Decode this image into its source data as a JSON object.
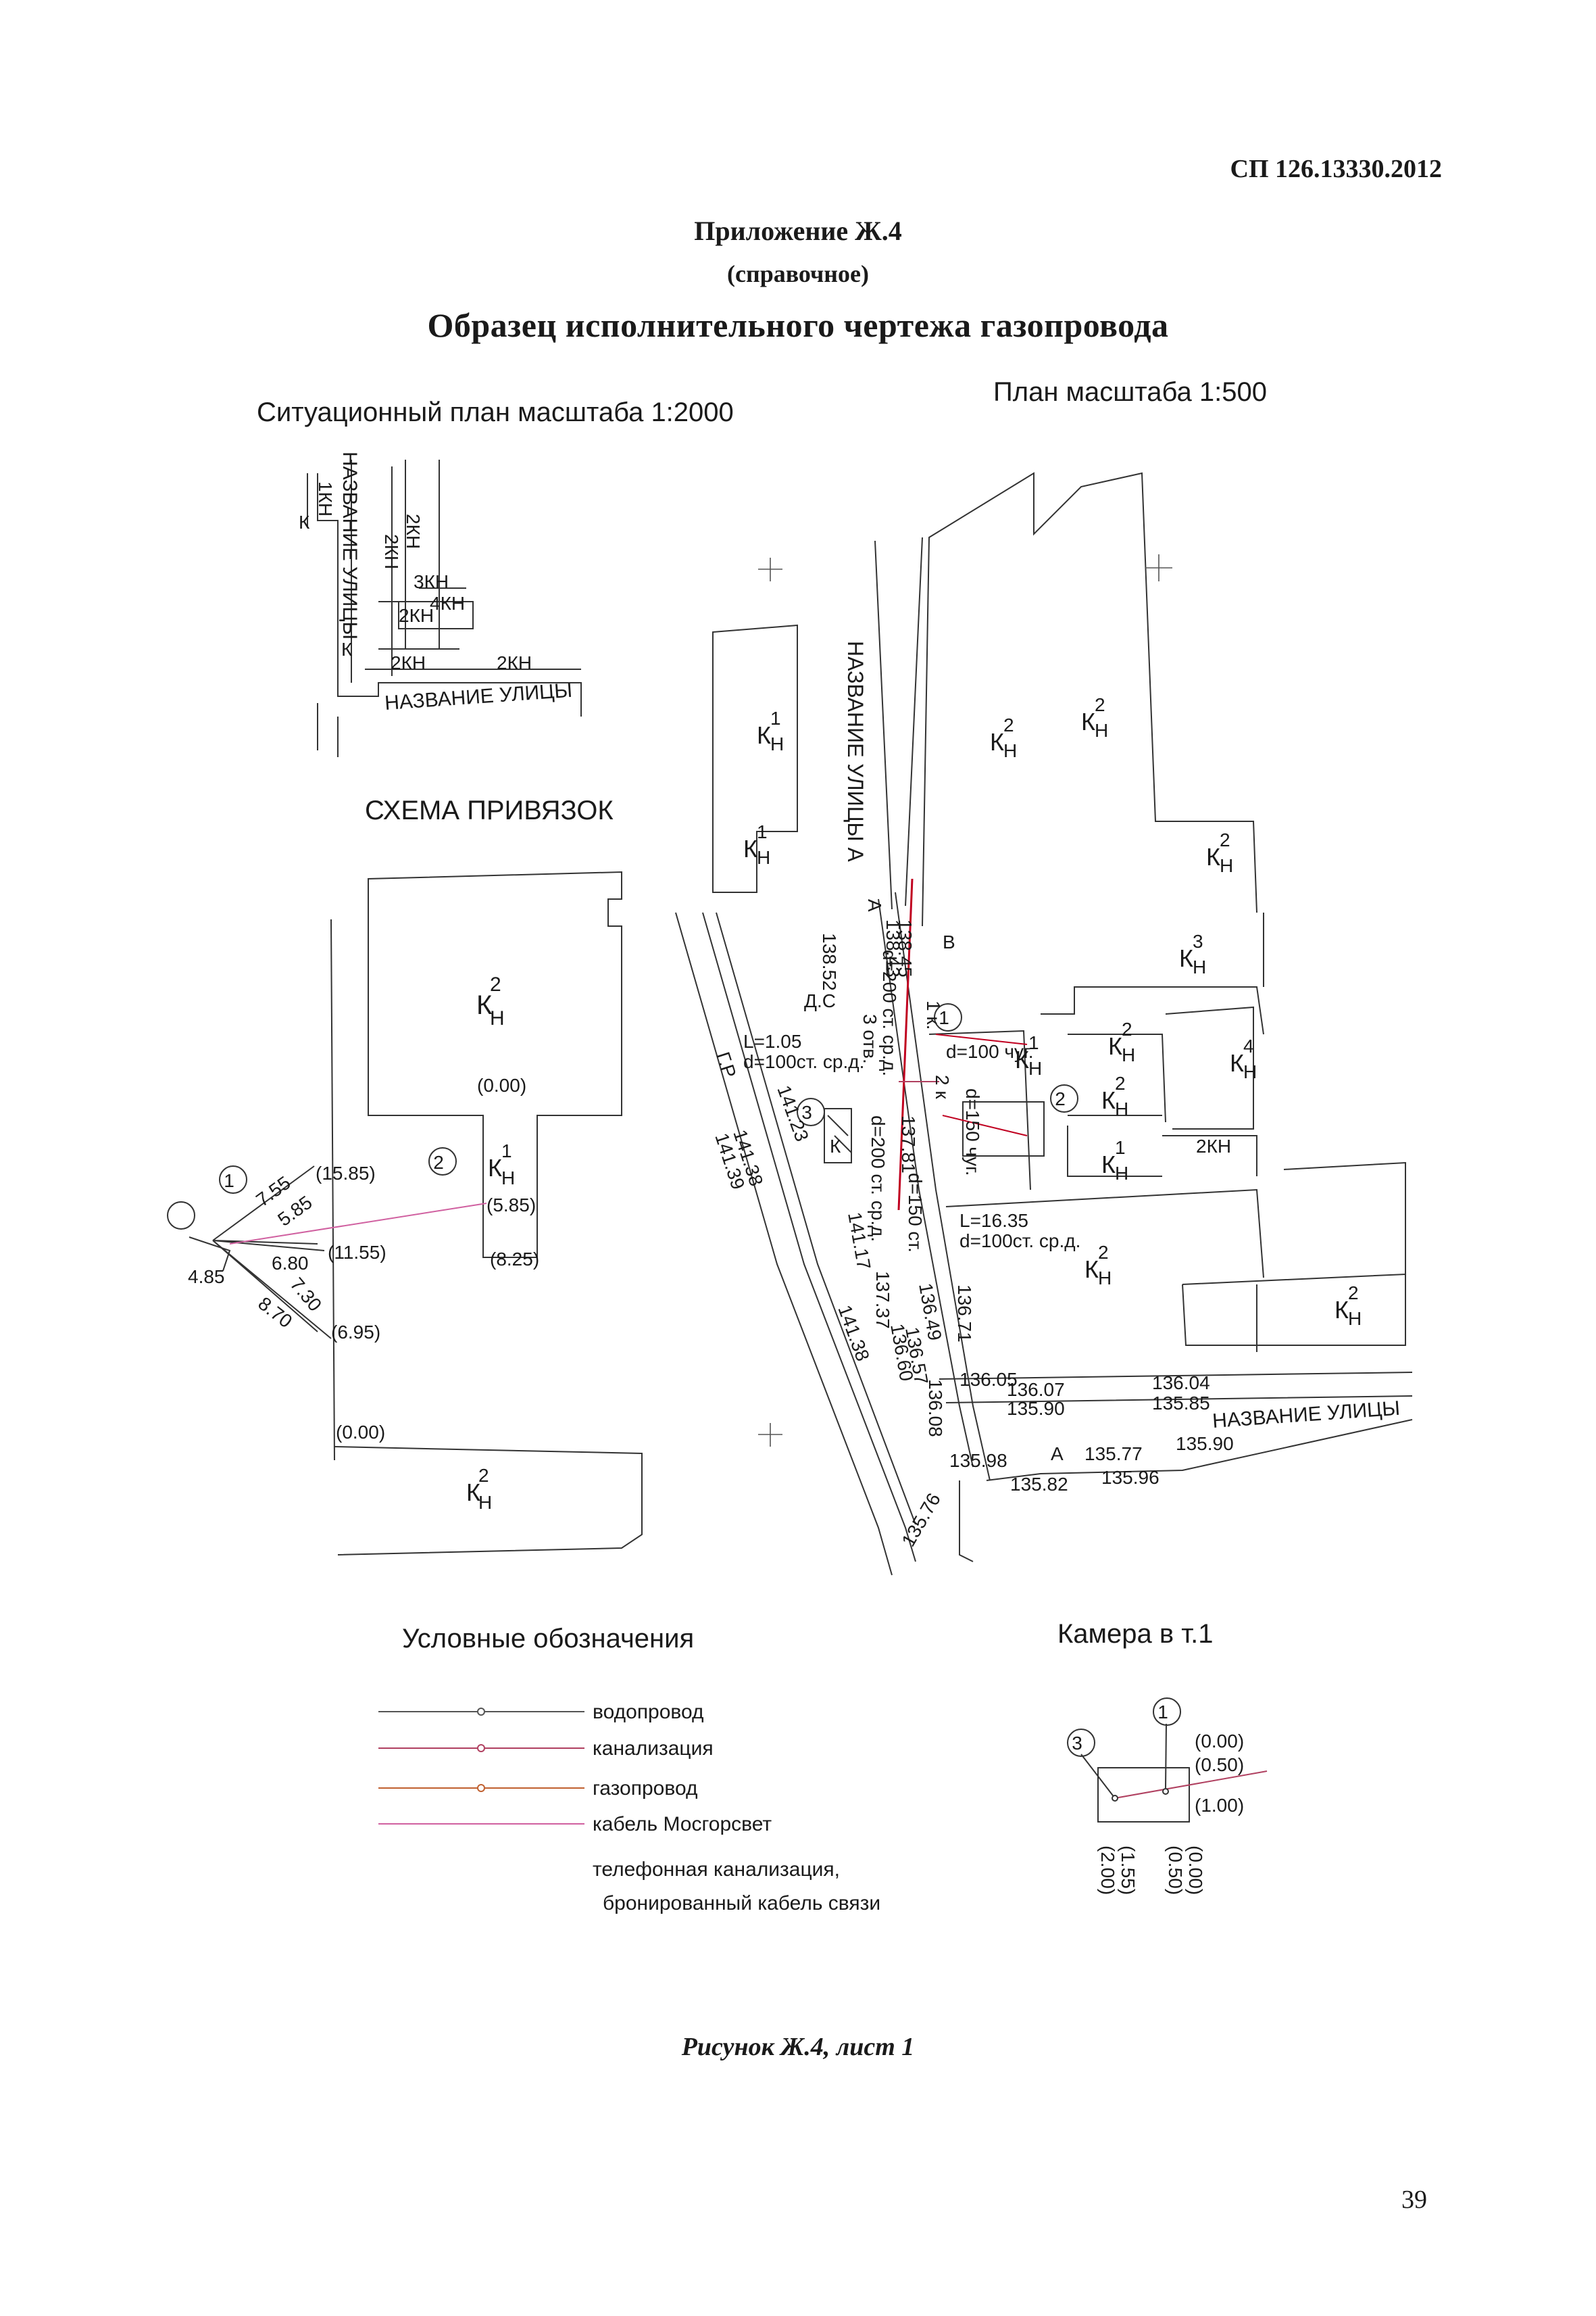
{
  "header": {
    "doc_number": "СП 126.13330.2012",
    "appendix_title": "Приложение Ж.4",
    "appendix_note": "(справочное)",
    "main_title": "Образец исполнительного чертежа газопровода"
  },
  "situation_plan": {
    "title": "Ситуационный план масштаба 1:2000",
    "street_vertical": "НАЗВАНИЕ УЛИЦЫ",
    "street_horizontal": "НАЗВАНИЕ УЛИЦЫ",
    "labels": [
      "1КН",
      "К",
      "2КН",
      "2КН",
      "3КН",
      "4КН",
      "2КН",
      "К",
      "2КН",
      "2КН"
    ]
  },
  "binding_scheme": {
    "title": "СХЕМА ПРИВЯЗОК",
    "building_label": "К",
    "building_sup": "2",
    "building_sub": "Н",
    "small_building_label": "К",
    "small_building_sup": "1",
    "small_building_sub": "Н",
    "bottom_building_label": "К",
    "bottom_building_sup": "2",
    "bottom_building_sub": "Н",
    "marks": [
      "(0.00)",
      "(15.85)",
      "(5.85)",
      "(8.25)",
      "(11.55)",
      "(6.95)",
      "(0.00)"
    ],
    "distances": [
      "7.55",
      "5.85",
      "6.80",
      "7.30",
      "8.70",
      "4.85"
    ],
    "points": [
      "1",
      "2"
    ]
  },
  "plan_500": {
    "title": "План масштаба 1:500",
    "street_vertical": "НАЗВАНИЕ УЛИЦЫ А",
    "street_horizontal": "НАЗВАНИЕ УЛИЦЫ",
    "elevations": [
      "138.52",
      "138.45",
      "138.43",
      "141.23",
      "141.38",
      "141.39",
      "141.17",
      "141.38",
      "137.81",
      "137.37",
      "136.49",
      "136.57",
      "136.60",
      "136.71",
      "136.05",
      "136.07",
      "135.90",
      "136.04",
      "135.85",
      "136.08",
      "135.98",
      "135.77",
      "135.90",
      "135.82",
      "135.96",
      "135.76"
    ],
    "pipe_labels": [
      "d=200 ст. ср.д.",
      "d=200 ст. ср.д.",
      "d=150 ст.",
      "d=100 чуг.",
      "d=150 чуг.",
      "d=100ст. ср.д.",
      "d=100ст. ср.д.",
      "L=1.05",
      "L=16.35",
      "1 к.",
      "3 отв.",
      "2 к",
      "Д.С",
      "В",
      "Г.Р",
      "А",
      "А",
      "К"
    ],
    "points": [
      "1",
      "2",
      "3"
    ],
    "buildings": [
      {
        "label": "К",
        "sup": "1",
        "sub": "Н"
      },
      {
        "label": "К",
        "sup": "1",
        "sub": "Н"
      },
      {
        "label": "К",
        "sup": "2",
        "sub": "Н"
      },
      {
        "label": "К",
        "sup": "2",
        "sub": "Н"
      },
      {
        "label": "К",
        "sup": "2",
        "sub": "Н"
      },
      {
        "label": "К",
        "sup": "3",
        "sub": "Н"
      },
      {
        "label": "К",
        "sup": "2",
        "sub": "Н"
      },
      {
        "label": "К",
        "sup": "4",
        "sub": "Н"
      },
      {
        "label": "К",
        "sup": "1",
        "sub": "Н"
      },
      {
        "label": "К",
        "sup": "2",
        "sub": "Н"
      },
      {
        "label": "К",
        "sup": "1",
        "sub": "Н"
      },
      {
        "label": "К",
        "sup": "2",
        "sub": "Н"
      },
      {
        "label": "К",
        "sup": "2",
        "sub": "Н"
      }
    ],
    "extra_label": "2КН"
  },
  "legend": {
    "title": "Условные обозначения",
    "items": [
      {
        "label": "водопровод",
        "color": "#555555"
      },
      {
        "label": "канализация",
        "color": "#b04060"
      },
      {
        "label": "газопровод",
        "color": "#c06030"
      },
      {
        "label": "кабель Мосгорсвет",
        "color": "#d060a0"
      }
    ],
    "last_line1": "телефонная канализация,",
    "last_line2": "бронированный кабель связи"
  },
  "chamber": {
    "title": "Камера в т.1",
    "points": [
      "3",
      "1"
    ],
    "marks": [
      "(0.00)",
      "(0.50)",
      "(1.00)",
      "(1.55)",
      "(2.00)",
      "(0.00)",
      "(0.50)"
    ]
  },
  "caption": "Рисунок Ж.4, лист 1",
  "page_number": "39",
  "colors": {
    "ink": "#1a1a1a",
    "gas": "#c00020",
    "sewer": "#b04060",
    "cable": "#d060a0",
    "green": "#2a9a2a"
  }
}
